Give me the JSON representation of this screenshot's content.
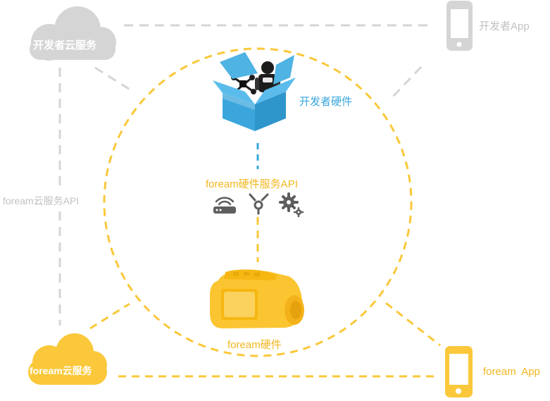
{
  "labels": {
    "dev_cloud": "开发者云服务",
    "dev_app": "开发者App",
    "dev_hardware": "开发者硬件",
    "hw_service_api": "foream硬件服务API",
    "cloud_api": "foream云服务API",
    "foream_hardware": "foream硬件",
    "foream_cloud": "foream云服务",
    "foream_app": "foream  App"
  },
  "icons": {
    "dev_cloud": "cloud-icon",
    "dev_app": "phone-icon",
    "dev_hardware": "open-box-with-robot-and-drone-icon",
    "wifi": "wifi-router-icon",
    "bluetooth": "firewire-usb-icon",
    "settings": "gears-icon",
    "camera": "action-camera-icon",
    "foream_cloud": "cloud-icon",
    "foream_app": "phone-icon"
  },
  "colors": {
    "grey": "#d5d5d5",
    "grey_text": "#c2c2c2",
    "yellow": "#fac83a",
    "yellow_text": "#f2b721",
    "blue": "#39a7dc",
    "icon_dark": "#5e5e5e"
  }
}
